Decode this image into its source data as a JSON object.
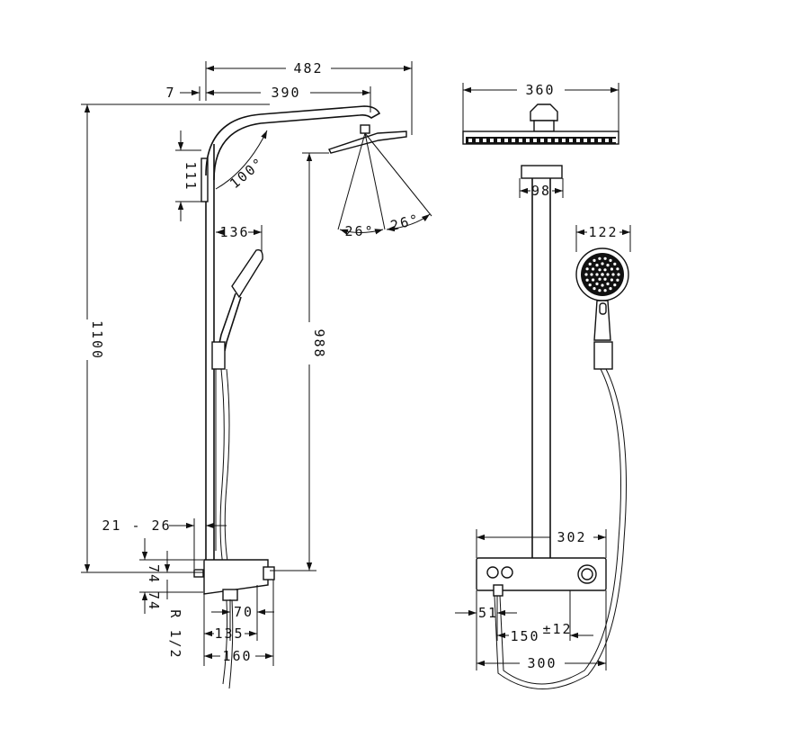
{
  "dims": {
    "d482": "482",
    "d7": "7",
    "d390": "390",
    "d360": "360",
    "d111": "111",
    "d100deg": "100°",
    "d26a": "26°",
    "d26b": "26°",
    "d98": "98",
    "d136": "136",
    "d122": "122",
    "d1100": "1100",
    "d988": "988",
    "d21_26": "21 - 26",
    "d74a": "74",
    "d74b": "74",
    "dR12": "R 1/2",
    "d70": "70",
    "d135": "135",
    "d160": "160",
    "d302": "302",
    "d51": "51",
    "d150": "150",
    "d150tol": "±12",
    "d300": "300"
  }
}
